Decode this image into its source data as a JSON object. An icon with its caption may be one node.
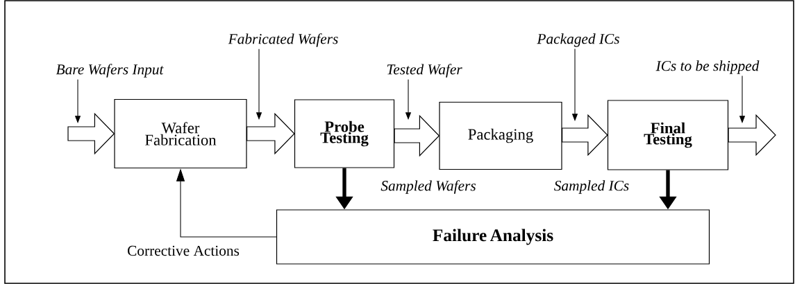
{
  "diagram": {
    "nodes": [
      {
        "text": [
          "Wafer Fabrication"
        ]
      },
      {
        "text": [
          "Probe Testing"
        ]
      },
      {
        "text": [
          "Packaging"
        ]
      },
      {
        "text": [
          "Final Testing"
        ]
      },
      {
        "text": [
          "Failure Analysis"
        ]
      },
      {
        "text": [
          "Bare Wafers Input"
        ]
      },
      {
        "text": [
          "Fabricated Wafers"
        ]
      },
      {
        "text": [
          "Tested Wafer"
        ]
      },
      {
        "text": [
          "Packaged ICs"
        ]
      },
      {
        "text": [
          "ICs to be shipped"
        ]
      }
    ],
    "edges": [
      {
        "from": null,
        "to": 0,
        "arrow": "to"
      },
      {
        "from": 0,
        "to": 1,
        "arrow": "to"
      },
      {
        "from": 1,
        "to": 2,
        "arrow": "to"
      },
      {
        "from": 2,
        "to": 3,
        "arrow": "to"
      },
      {
        "from": 3,
        "to": null,
        "arrow": "to"
      },
      {
        "from": 1,
        "to": 4,
        "arrow": "to",
        "style": "thick",
        "label": "Sampled Wafers"
      },
      {
        "from": 3,
        "to": 4,
        "arrow": "to",
        "style": "thick",
        "label": "Sampled ICs"
      },
      {
        "from": 4,
        "to": 0,
        "arrow": "to",
        "label": "Corrective Actions"
      },
      {
        "from": 5,
        "to": null,
        "arrow": "to"
      },
      {
        "from": 6,
        "to": null,
        "arrow": "to"
      },
      {
        "from": 7,
        "to": null,
        "arrow": "to"
      },
      {
        "from": 8,
        "to": null,
        "arrow": "to"
      },
      {
        "from": 9,
        "to": null,
        "arrow": "to"
      }
    ]
  }
}
